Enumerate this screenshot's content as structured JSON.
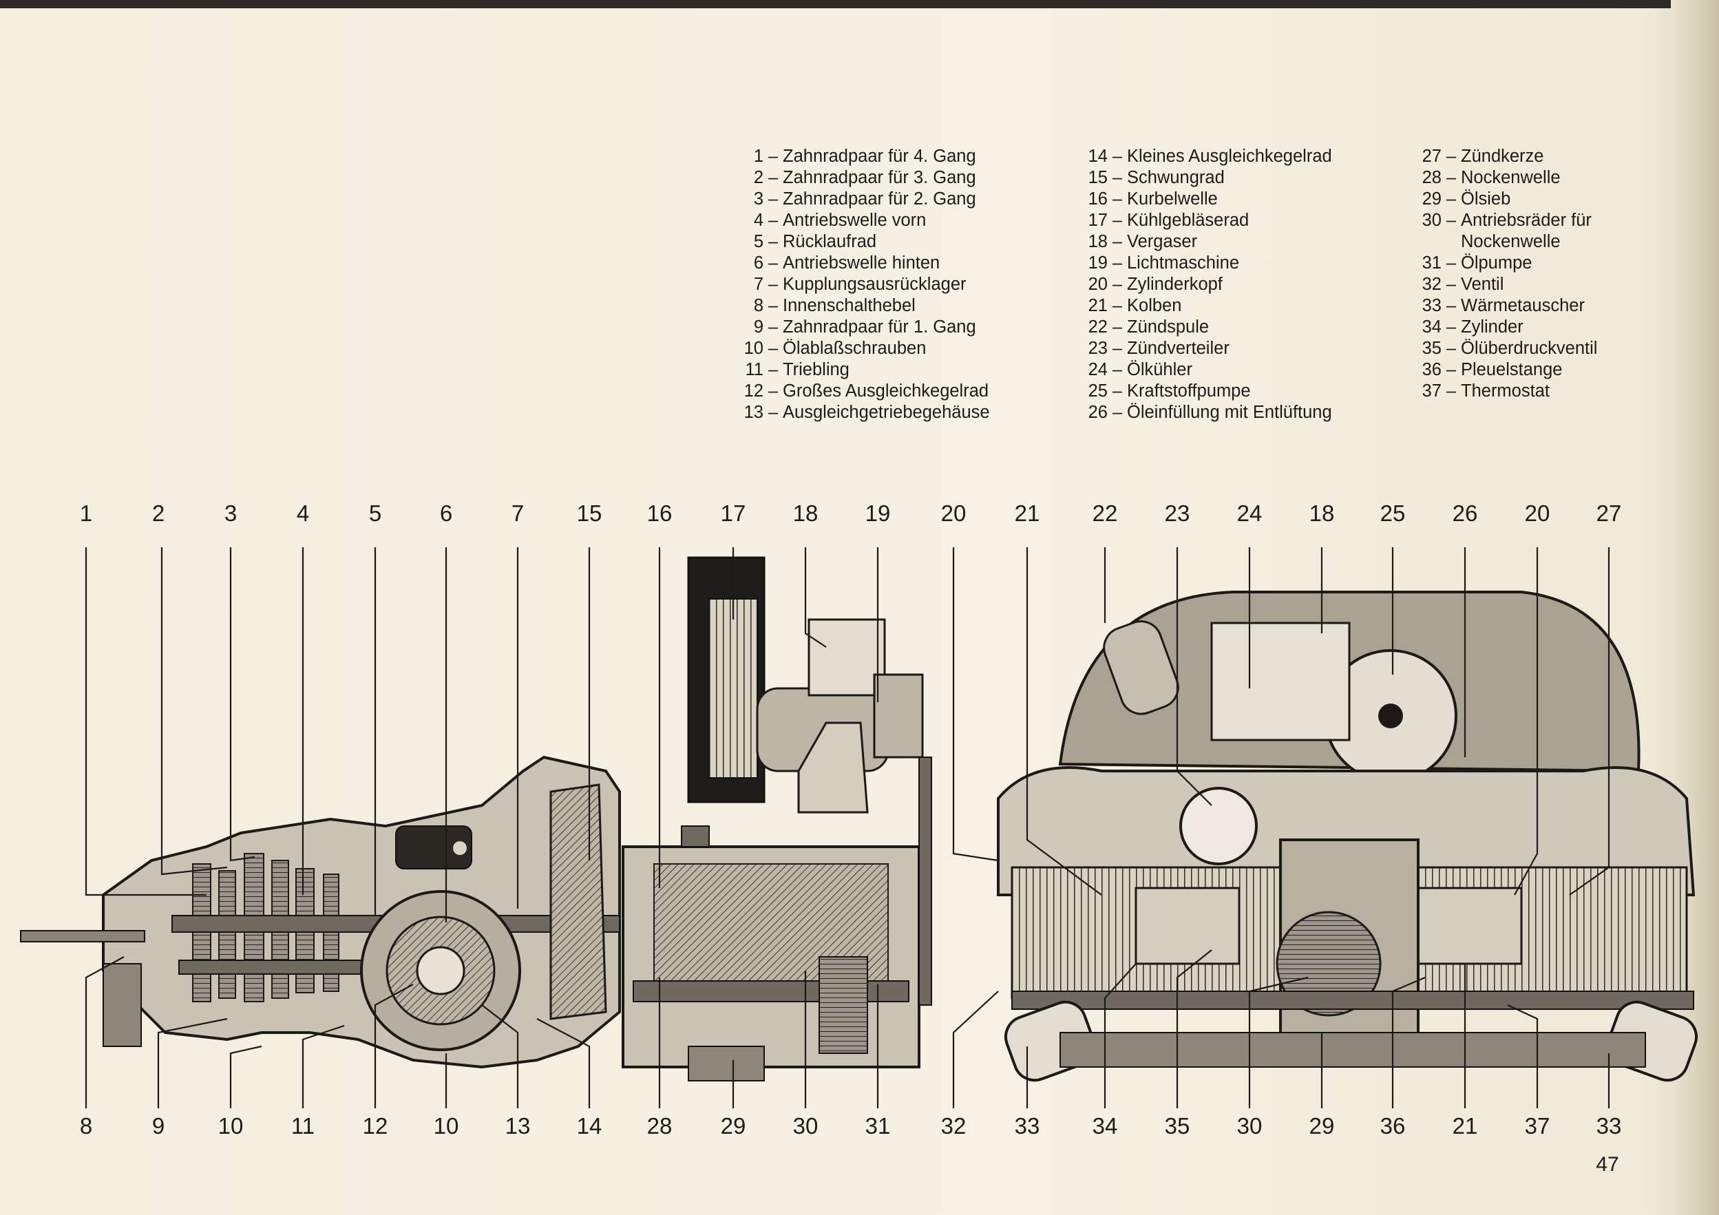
{
  "legend": {
    "col1": [
      {
        "num": "1",
        "text": "Zahnradpaar für 4. Gang"
      },
      {
        "num": "2",
        "text": "Zahnradpaar für 3. Gang"
      },
      {
        "num": "3",
        "text": "Zahnradpaar für 2. Gang"
      },
      {
        "num": "4",
        "text": "Antriebswelle vorn"
      },
      {
        "num": "5",
        "text": "Rücklaufrad"
      },
      {
        "num": "6",
        "text": "Antriebswelle hinten"
      },
      {
        "num": "7",
        "text": "Kupplungsausrücklager"
      },
      {
        "num": "8",
        "text": "Innenschalthebel"
      },
      {
        "num": "9",
        "text": "Zahnradpaar für 1. Gang"
      },
      {
        "num": "10",
        "text": "Ölablaßschrauben"
      },
      {
        "num": "11",
        "text": "Triebling"
      },
      {
        "num": "12",
        "text": "Großes Ausgleichkegelrad"
      },
      {
        "num": "13",
        "text": "Ausgleichgetriebegehäuse"
      }
    ],
    "col2": [
      {
        "num": "14",
        "text": "Kleines Ausgleichkegelrad"
      },
      {
        "num": "15",
        "text": "Schwungrad"
      },
      {
        "num": "16",
        "text": "Kurbelwelle"
      },
      {
        "num": "17",
        "text": "Kühlgebläserad"
      },
      {
        "num": "18",
        "text": "Vergaser"
      },
      {
        "num": "19",
        "text": "Lichtmaschine"
      },
      {
        "num": "20",
        "text": "Zylinderkopf"
      },
      {
        "num": "21",
        "text": "Kolben"
      },
      {
        "num": "22",
        "text": "Zündspule"
      },
      {
        "num": "23",
        "text": "Zündverteiler"
      },
      {
        "num": "24",
        "text": "Ölkühler"
      },
      {
        "num": "25",
        "text": "Kraftstoffpumpe"
      },
      {
        "num": "26",
        "text": "Öleinfüllung mit Entlüftung"
      }
    ],
    "col3": [
      {
        "num": "27",
        "text": "Zündkerze"
      },
      {
        "num": "28",
        "text": "Nockenwelle"
      },
      {
        "num": "29",
        "text": "Ölsieb"
      },
      {
        "num": "30",
        "text": "Antriebsräder für",
        "cont": "Nockenwelle"
      },
      {
        "num": "31",
        "text": "Ölpumpe"
      },
      {
        "num": "32",
        "text": "Ventil"
      },
      {
        "num": "33",
        "text": "Wärmetauscher"
      },
      {
        "num": "34",
        "text": "Zylinder"
      },
      {
        "num": "35",
        "text": "Ölüberdruckventil"
      },
      {
        "num": "36",
        "text": "Pleuelstange"
      },
      {
        "num": "37",
        "text": "Thermostat"
      }
    ]
  },
  "callouts_top": [
    "1",
    "2",
    "3",
    "4",
    "5",
    "6",
    "7",
    "15",
    "16",
    "17",
    "18",
    "19",
    "20",
    "21",
    "22",
    "23",
    "24",
    "18",
    "25",
    "26",
    "20",
    "27"
  ],
  "callouts_bottom": [
    "8",
    "9",
    "10",
    "11",
    "12",
    "10",
    "13",
    "14",
    "28",
    "29",
    "30",
    "31",
    "32",
    "33",
    "34",
    "35",
    "30",
    "29",
    "36",
    "21",
    "37",
    "33"
  ],
  "dash": "–",
  "page_number": "47"
}
